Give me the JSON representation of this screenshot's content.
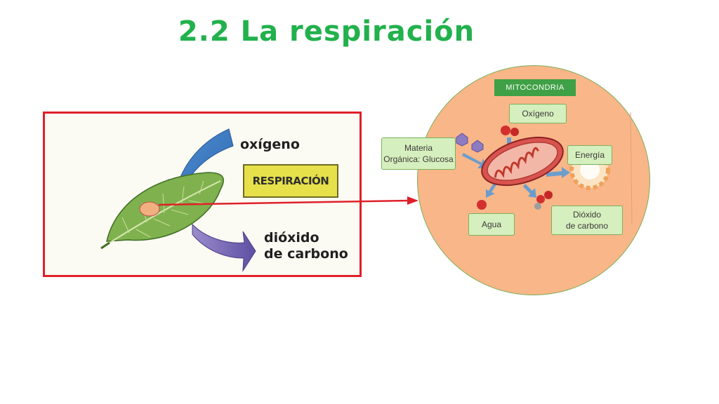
{
  "slide": {
    "title": "2.2 La respiración"
  },
  "leaf_figure": {
    "oxygen_label": "oxígeno",
    "process_label": "RESPIRACIÓN",
    "co2_line1": "dióxido",
    "co2_line2": "de carbono"
  },
  "cell_figure": {
    "organelle_label": "MITOCONDRIA",
    "inputs": {
      "oxygen": "Oxígeno",
      "glucose_line1": "Materia",
      "glucose_line2": "Orgánica: Glucosa"
    },
    "outputs": {
      "energy": "Energía",
      "water": "Agua",
      "co2_line1": "Dióxido",
      "co2_line2": "de carbono"
    }
  },
  "colors": {
    "title": "#22b14c",
    "highlight_border": "#e0202a",
    "circle_fill": "#f9b688",
    "label_fill": "#d6efbe",
    "tag_fill": "#3fa045"
  }
}
